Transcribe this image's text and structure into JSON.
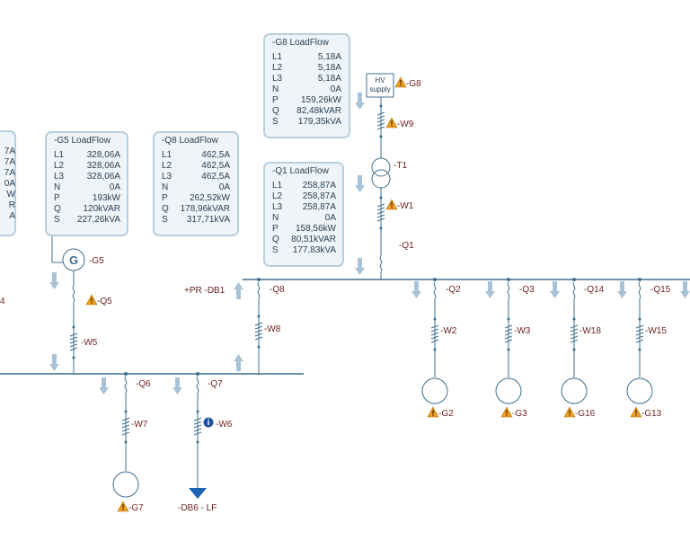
{
  "load_flow_boxes": {
    "cut_left": {
      "rows": [
        {
          "key": "",
          "value": "7A"
        },
        {
          "key": "",
          "value": "7A"
        },
        {
          "key": "",
          "value": "7A"
        },
        {
          "key": "",
          "value": "0A"
        },
        {
          "key": "",
          "value": "W"
        },
        {
          "key": "",
          "value": "R"
        },
        {
          "key": "",
          "value": "A"
        }
      ]
    },
    "g5": {
      "title": "-G5   LoadFlow",
      "rows": [
        {
          "key": "L1",
          "value": "328,06A"
        },
        {
          "key": "L2",
          "value": "328,06A"
        },
        {
          "key": "L3",
          "value": "328,06A"
        },
        {
          "key": "N",
          "value": "0A"
        },
        {
          "key": "P",
          "value": "193kW"
        },
        {
          "key": "Q",
          "value": "120kVAR"
        },
        {
          "key": "S",
          "value": "227,26kVA"
        }
      ]
    },
    "q8": {
      "title": "-Q8   LoadFlow",
      "rows": [
        {
          "key": "L1",
          "value": "462,5A"
        },
        {
          "key": "L2",
          "value": "462,5A"
        },
        {
          "key": "L3",
          "value": "462,5A"
        },
        {
          "key": "N",
          "value": "0A"
        },
        {
          "key": "P",
          "value": "262,52kW"
        },
        {
          "key": "Q",
          "value": "178,96kVAR"
        },
        {
          "key": "S",
          "value": "317,71kVA"
        }
      ]
    },
    "g8": {
      "title": "-G8   LoadFlow",
      "rows": [
        {
          "key": "L1",
          "value": "5,18A"
        },
        {
          "key": "L2",
          "value": "5,18A"
        },
        {
          "key": "L3",
          "value": "5,18A"
        },
        {
          "key": "N",
          "value": "0A"
        },
        {
          "key": "P",
          "value": "159,26kW"
        },
        {
          "key": "Q",
          "value": "82,48kVAR"
        },
        {
          "key": "S",
          "value": "179,35kVA"
        }
      ]
    },
    "q1": {
      "title": "-Q1   LoadFlow",
      "rows": [
        {
          "key": "L1",
          "value": "258,87A"
        },
        {
          "key": "L2",
          "value": "258,87A"
        },
        {
          "key": "L3",
          "value": "258,87A"
        },
        {
          "key": "N",
          "value": "0A"
        },
        {
          "key": "P",
          "value": "158,56kW"
        },
        {
          "key": "Q",
          "value": "80,51kVAR"
        },
        {
          "key": "S",
          "value": "177,83kVA"
        }
      ]
    }
  },
  "hv_supply": {
    "line1": "HV",
    "line2": "supply"
  },
  "labels": {
    "g8": "-G8",
    "w9": "-W9",
    "t1": "-T1",
    "w1": "-W1",
    "q1": "-Q1",
    "q2": "-Q2",
    "q3": "-Q3",
    "q14": "-Q14",
    "q15": "-Q15",
    "w2": "-W2",
    "w3": "-W3",
    "w18": "-W18",
    "w15": "-W15",
    "g2": "-G2",
    "g3": "-G3",
    "g16": "-G16",
    "g13": "-G13",
    "pr_db1": "+PR -DB1",
    "q8": "-Q8",
    "w8": "-W8",
    "g5": "-G5",
    "q5": "-Q5",
    "w5": "-W5",
    "q4": "4",
    "q6": "-Q6",
    "q7": "-Q7",
    "w7": "-W7",
    "w6": "-W6",
    "g7": "-G7",
    "db6": "-DB6 - LF"
  },
  "generator_symbol": "G",
  "icons": [
    "warning-icon",
    "info-icon",
    "power-flow-arrow-icon",
    "generator-icon",
    "transformer-icon",
    "cable-icon",
    "breaker-icon",
    "load-arrow-icon"
  ],
  "colors": {
    "line": "#3f6f8f",
    "label": "#6b1f1f",
    "warning": "#f0a020",
    "info": "#1f4fa0",
    "arrow": "#a9c3d6",
    "load": "#1e64b4"
  }
}
